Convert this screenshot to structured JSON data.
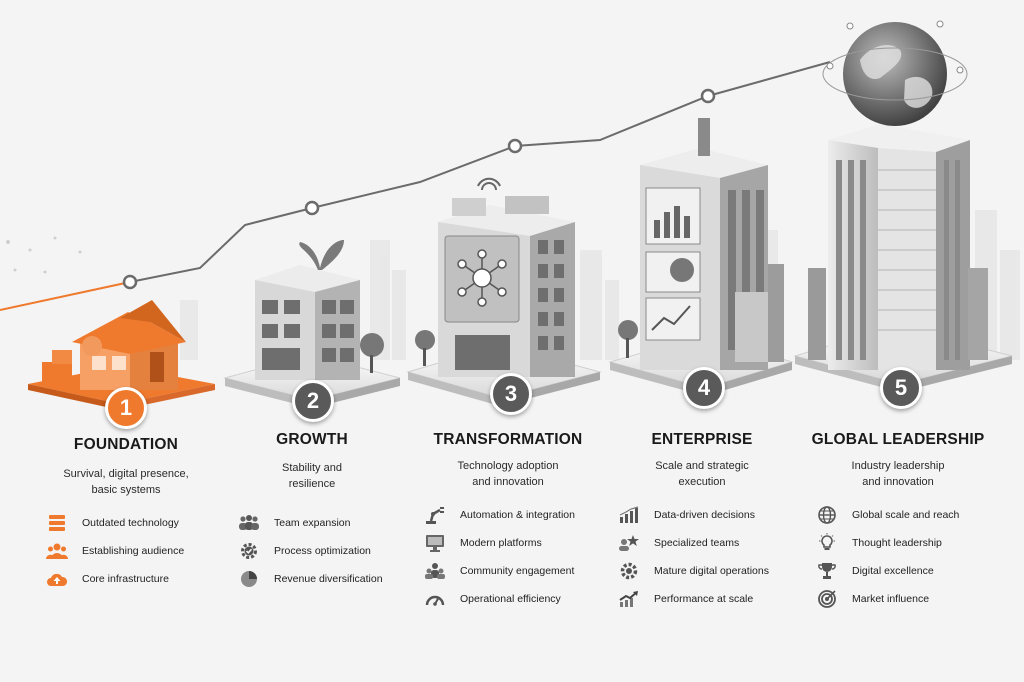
{
  "stages": [
    {
      "number": "1",
      "title": "FOUNDATION",
      "description_lines": [
        "Survival, digital presence,",
        "basic systems"
      ],
      "items": [
        {
          "label": "Outdated technology",
          "icon": "server-stack-icon"
        },
        {
          "label": "Establishing audience",
          "icon": "people-group-icon"
        },
        {
          "label": "Core infrastructure",
          "icon": "cloud-upload-icon"
        }
      ]
    },
    {
      "number": "2",
      "title": "GROWTH",
      "description_lines": [
        "Stability and",
        "resilience"
      ],
      "items": [
        {
          "label": "Team expansion",
          "icon": "team-icon"
        },
        {
          "label": "Process optimization",
          "icon": "gear-check-icon"
        },
        {
          "label": "Revenue diversification",
          "icon": "pie-chart-icon"
        }
      ]
    },
    {
      "number": "3",
      "title": "TRANSFORMATION",
      "description_lines": [
        "Technology adoption",
        "and innovation"
      ],
      "items": [
        {
          "label": "Automation & integration",
          "icon": "robot-arm-icon"
        },
        {
          "label": "Modern platforms",
          "icon": "monitor-icon"
        },
        {
          "label": "Community engagement",
          "icon": "community-icon"
        },
        {
          "label": "Operational efficiency",
          "icon": "gauge-icon"
        }
      ]
    },
    {
      "number": "4",
      "title": "ENTERPRISE",
      "description_lines": [
        "Scale and strategic",
        "execution"
      ],
      "items": [
        {
          "label": "Data-driven decisions",
          "icon": "bar-chart-icon"
        },
        {
          "label": "Specialized teams",
          "icon": "star-team-icon"
        },
        {
          "label": "Mature digital operations",
          "icon": "gear-icon"
        },
        {
          "label": "Performance at scale",
          "icon": "trend-up-icon"
        }
      ]
    },
    {
      "number": "5",
      "title": "GLOBAL LEADERSHIP",
      "description_lines": [
        "Industry leadership",
        "and innovation"
      ],
      "items": [
        {
          "label": "Global scale and reach",
          "icon": "globe-icon"
        },
        {
          "label": "Thought leadership",
          "icon": "lightbulb-icon"
        },
        {
          "label": "Digital excellence",
          "icon": "trophy-icon"
        },
        {
          "label": "Market influence",
          "icon": "target-icon"
        }
      ]
    }
  ],
  "colors": {
    "accent": "#ef7a2e",
    "badge_gray": "#5a5a5a",
    "line_gray": "#6b6b6b",
    "background": "#f4f4f4"
  }
}
